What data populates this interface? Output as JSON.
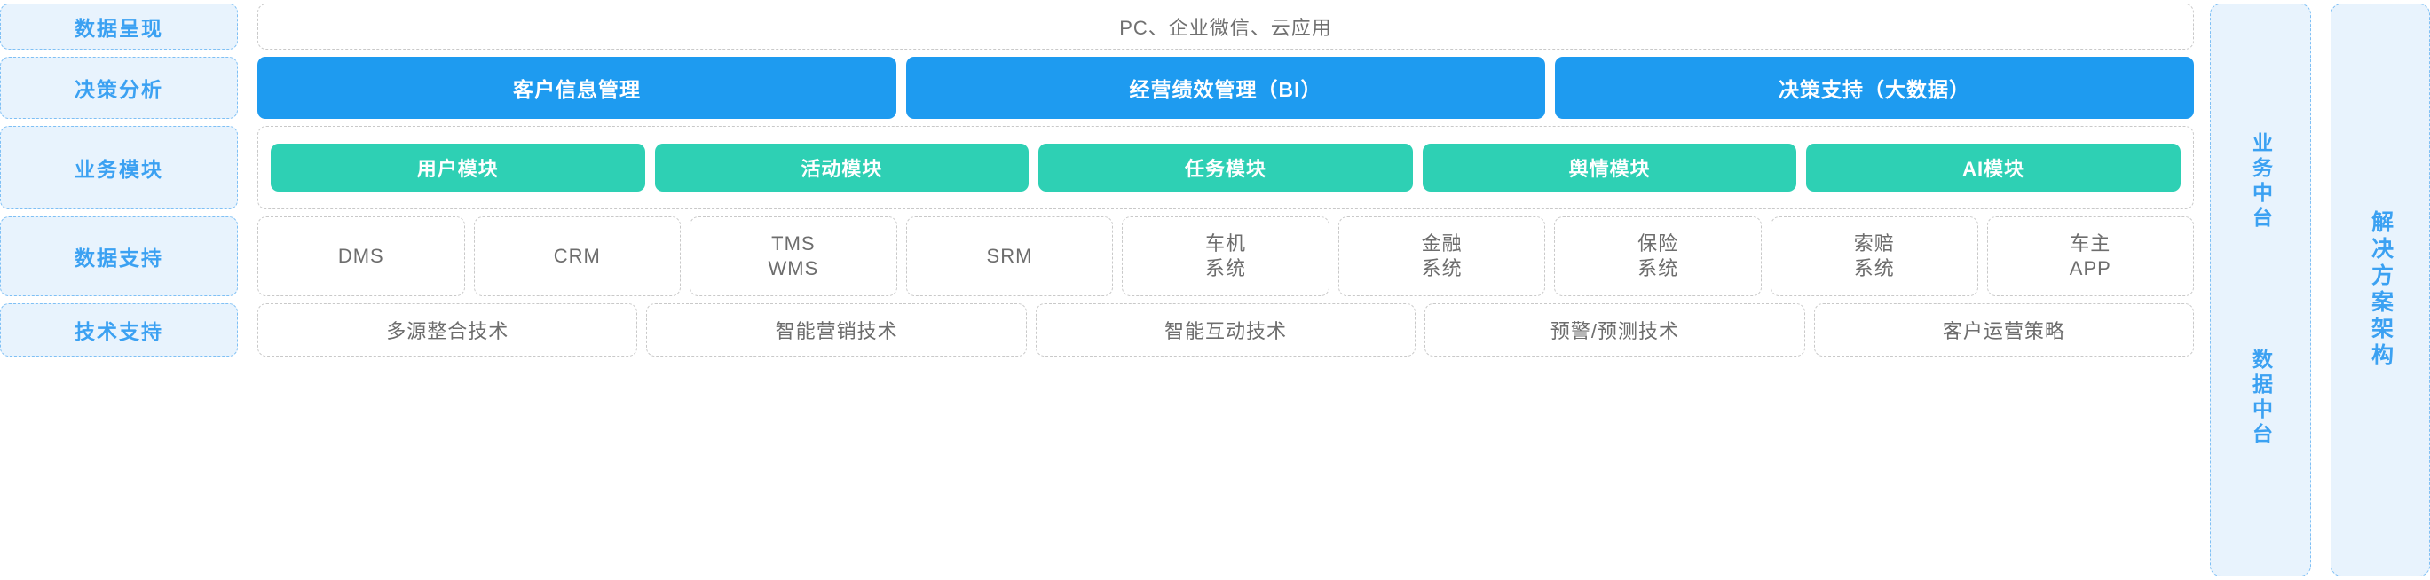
{
  "rows": [
    {
      "label": "数据呈现"
    },
    {
      "label": "决策分析"
    },
    {
      "label": "业务模块"
    },
    {
      "label": "数据支持"
    },
    {
      "label": "技术支持"
    }
  ],
  "presentation": {
    "text": "PC、企业微信、云应用"
  },
  "decision": {
    "items": [
      {
        "label": "客户信息管理"
      },
      {
        "label": "经营绩效管理（BI）"
      },
      {
        "label": "决策支持（大数据）"
      }
    ],
    "color": "#1E9BF0"
  },
  "business": {
    "items": [
      {
        "label": "用户模块"
      },
      {
        "label": "活动模块"
      },
      {
        "label": "任务模块"
      },
      {
        "label": "舆情模块"
      },
      {
        "label": "AI模块"
      }
    ],
    "color": "#2ED0B4"
  },
  "data_support": {
    "items": [
      {
        "line1": "DMS",
        "line2": ""
      },
      {
        "line1": "CRM",
        "line2": ""
      },
      {
        "line1": "TMS",
        "line2": "WMS"
      },
      {
        "line1": "SRM",
        "line2": ""
      },
      {
        "line1": "车机",
        "line2": "系统"
      },
      {
        "line1": "金融",
        "line2": "系统"
      },
      {
        "line1": "保险",
        "line2": "系统"
      },
      {
        "line1": "索赔",
        "line2": "系统"
      },
      {
        "line1": "车主",
        "line2": "APP"
      }
    ]
  },
  "tech_support": {
    "items": [
      {
        "label": "多源整合技术"
      },
      {
        "label": "智能营销技术"
      },
      {
        "label": "智能互动技术"
      },
      {
        "label": "预警/预测技术"
      },
      {
        "label": "客户运营策略"
      }
    ]
  },
  "middle_panel": {
    "top_label": "业务中台",
    "bottom_label": "数据中台"
  },
  "right_panel": {
    "label": "解决方案架构"
  },
  "colors": {
    "label_bg": "#e8f3fd",
    "label_border": "#7fc0f5",
    "label_text": "#3ba1f2",
    "blue_pill": "#1E9BF0",
    "green_pill": "#2ED0B4",
    "cell_border": "#c9c9c9",
    "cell_text": "#6d6d6d"
  }
}
